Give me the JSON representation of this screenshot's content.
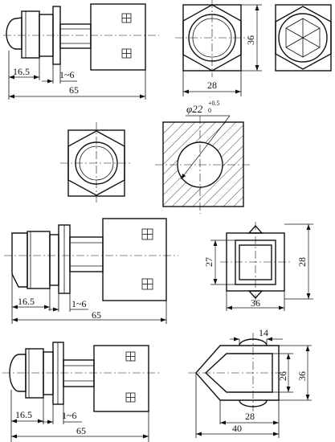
{
  "views": {
    "view1": {
      "d_left": "16.5",
      "d_mid": "1~6",
      "d_total": "65"
    },
    "view2": {
      "d_height": "36",
      "d_width": "28"
    },
    "view4": {
      "d_hole": "φ22",
      "tol_upper": "+0.5",
      "tol_lower": "0"
    },
    "view5": {
      "d_left": "16.5",
      "d_mid": "1~6",
      "d_total": "65"
    },
    "view6": {
      "d_inner": "27",
      "d_outer": "28",
      "d_width": "36"
    },
    "view7": {
      "d_left": "16.5",
      "d_mid": "1~6",
      "d_total": "65"
    },
    "view8": {
      "d_top": "14",
      "d_inner": "26",
      "d_outer": "36",
      "d_mid": "28",
      "d_total": "40"
    }
  }
}
